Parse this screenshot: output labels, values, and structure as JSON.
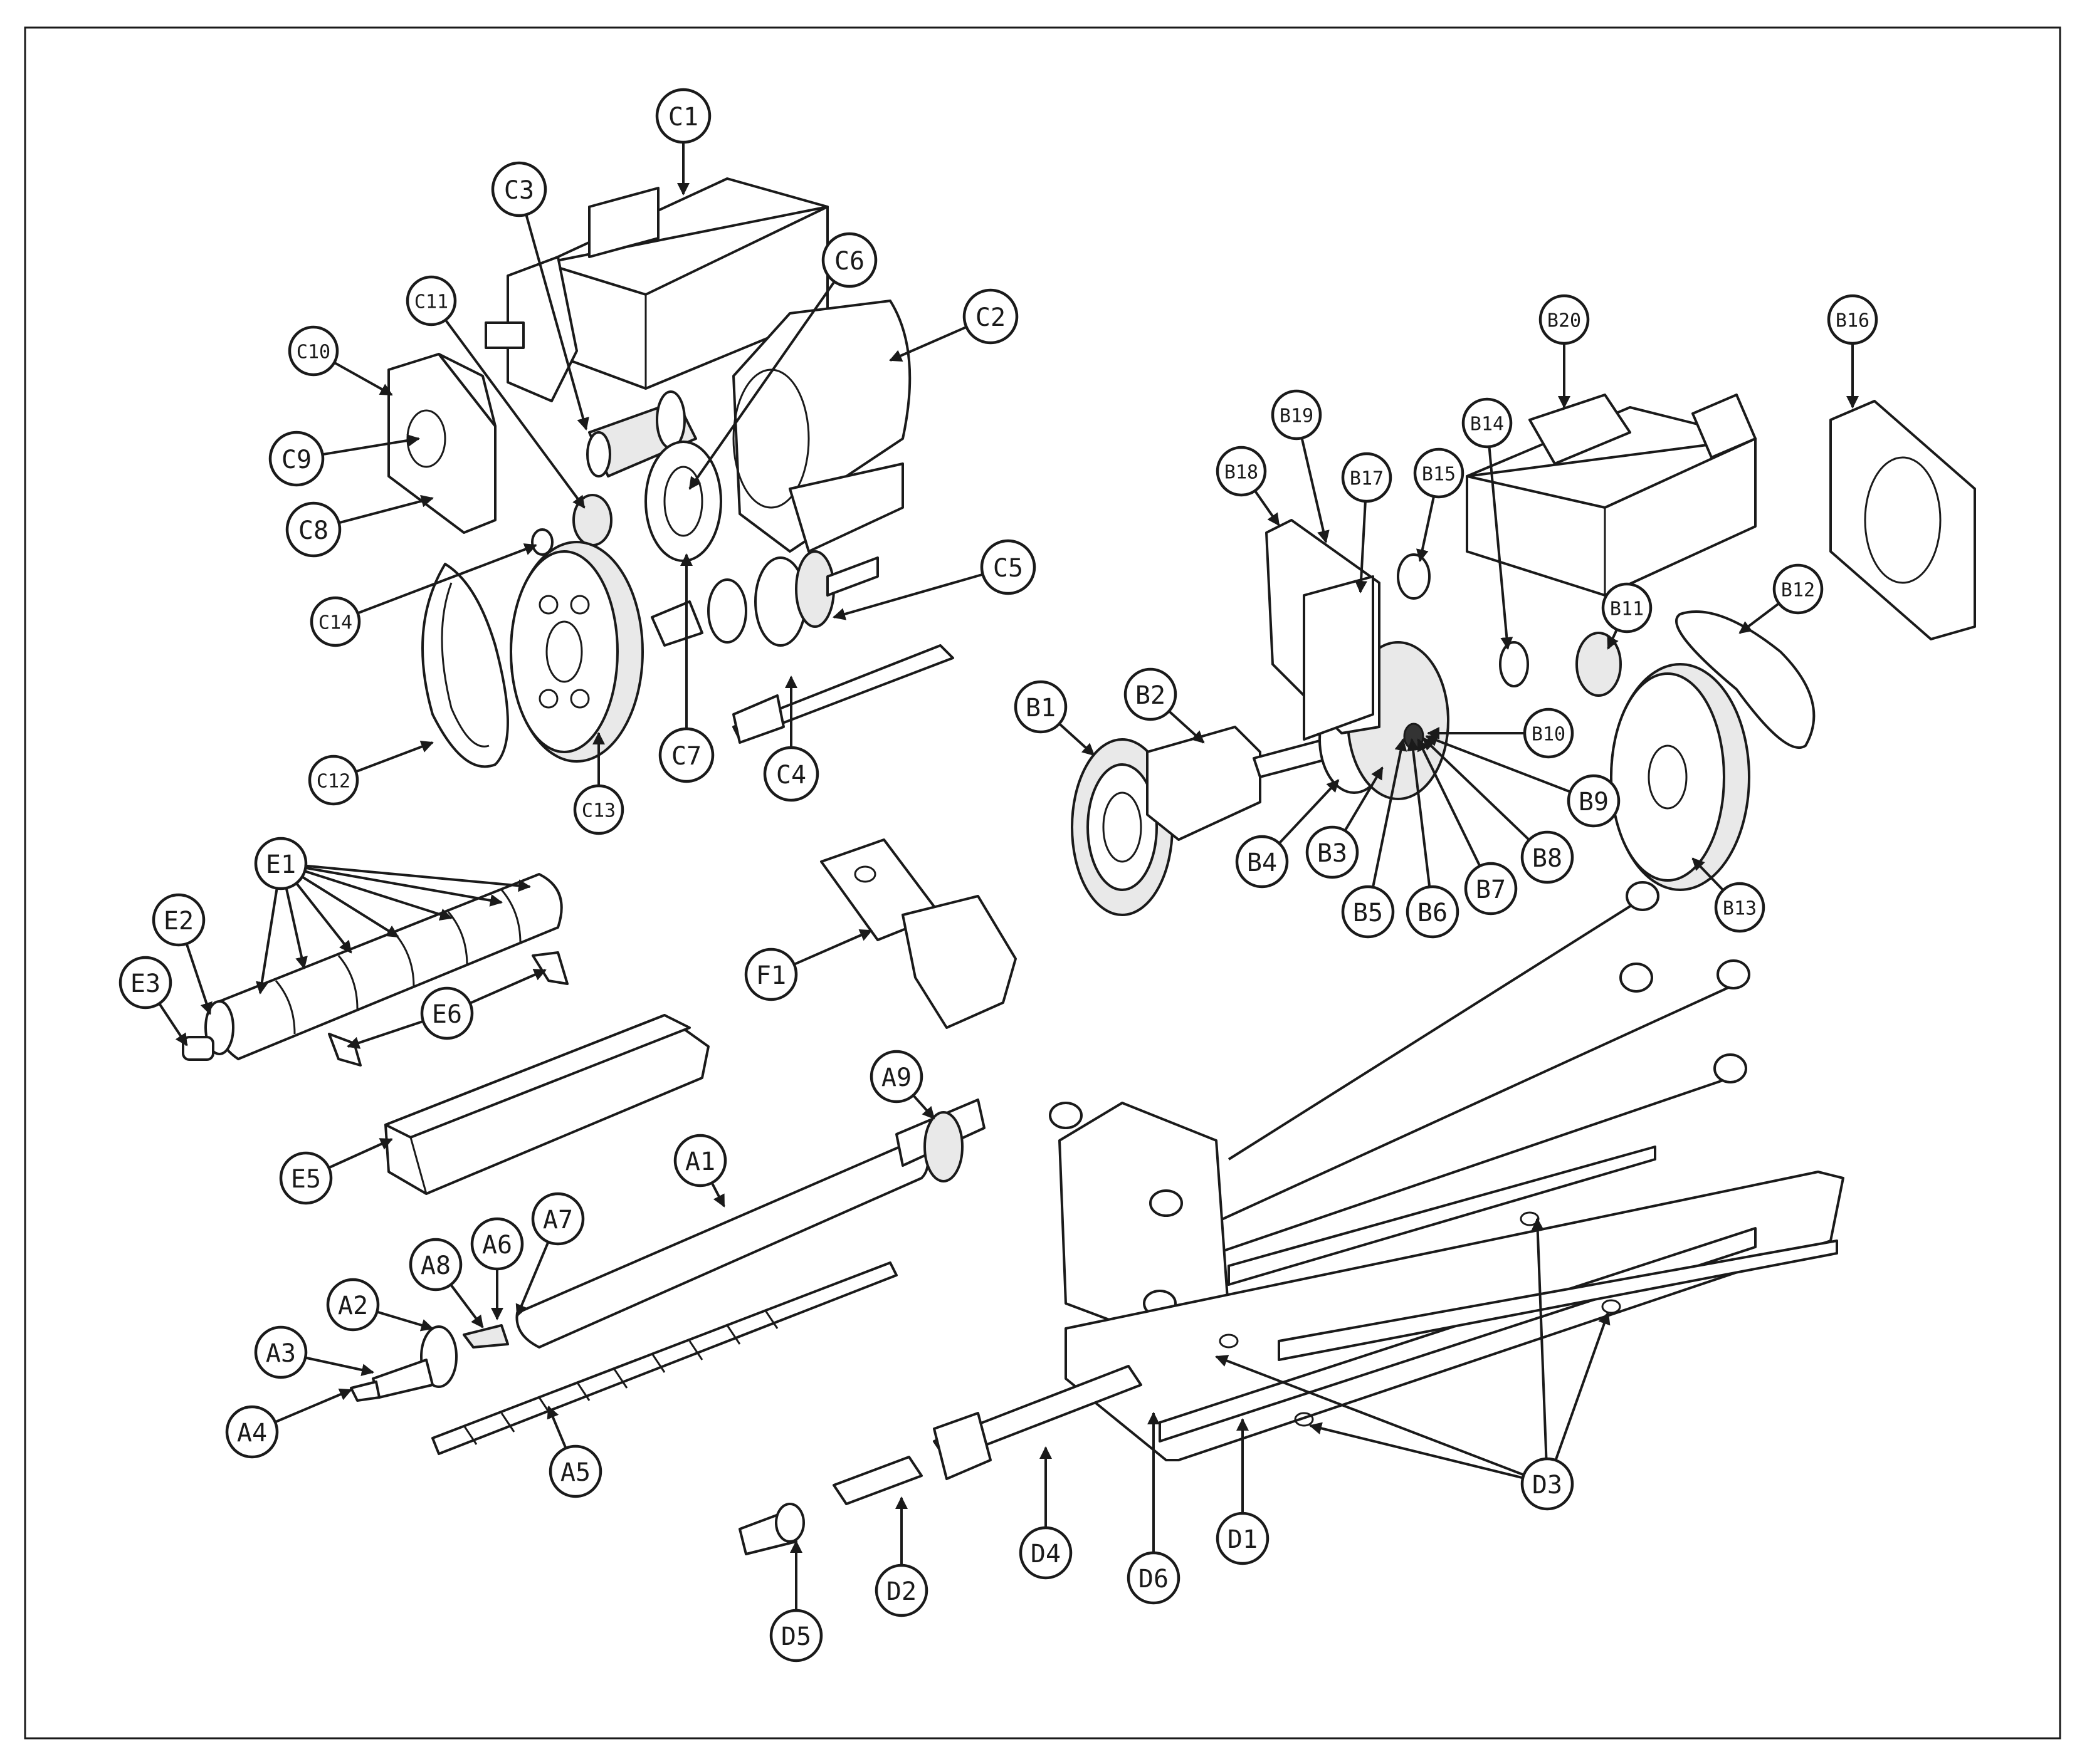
{
  "diagram": {
    "title": "",
    "line_color": "#1a1a1a",
    "background": "#ffffff",
    "parts": {
      "A": [
        "A1",
        "A2",
        "A3",
        "A4",
        "A5",
        "A6",
        "A7",
        "A8",
        "A9"
      ],
      "B": [
        "B1",
        "B2",
        "B3",
        "B4",
        "B5",
        "B6",
        "B7",
        "B8",
        "B9",
        "B10",
        "B11",
        "B12",
        "B13",
        "B14",
        "B15",
        "B16",
        "B17",
        "B18",
        "B19",
        "B20"
      ],
      "C": [
        "C1",
        "C2",
        "C3",
        "C4",
        "C5",
        "C6",
        "C7",
        "C8",
        "C9",
        "C10",
        "C11",
        "C12",
        "C13",
        "C14"
      ],
      "D": [
        "D1",
        "D2",
        "D3",
        "D4",
        "D5",
        "D6"
      ],
      "E": [
        "E1",
        "E2",
        "E3",
        "E5",
        "E6"
      ],
      "F": [
        "F1"
      ]
    }
  }
}
